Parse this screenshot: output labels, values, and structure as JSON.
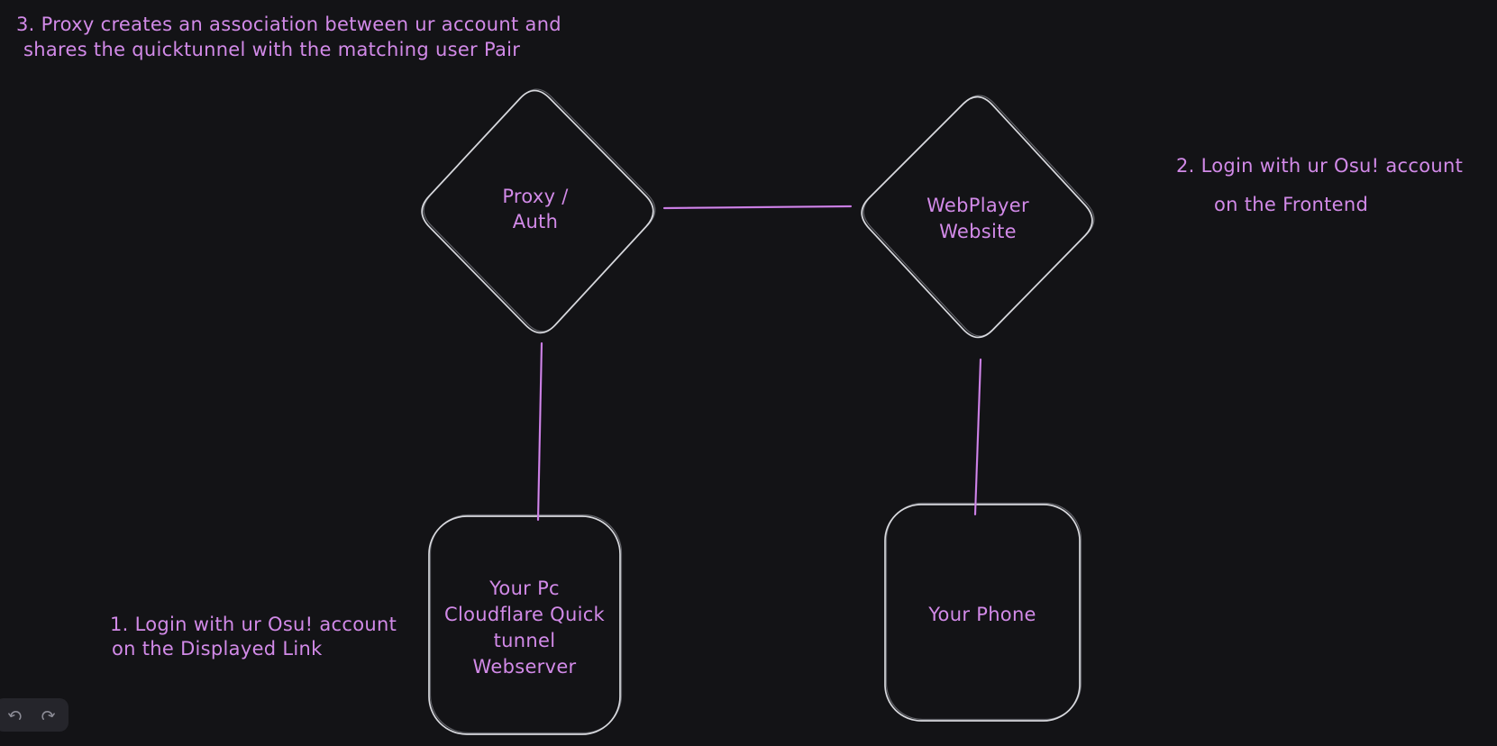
{
  "annotations": {
    "step1": {
      "lines": [
        "1. Login with ur Osu! account",
        "on the Displayed Link"
      ]
    },
    "step2": {
      "lines": [
        "2. Login with ur Osu! account",
        "on the Frontend"
      ]
    },
    "step3": {
      "lines": [
        "3. Proxy creates an association between ur account and",
        "shares the quicktunnel with the matching user Pair"
      ]
    }
  },
  "nodes": {
    "proxy_auth": {
      "shape": "diamond",
      "lines": [
        "Proxy /",
        "Auth"
      ]
    },
    "webplayer": {
      "shape": "diamond",
      "lines": [
        "WebPlayer",
        "Website"
      ]
    },
    "your_pc": {
      "shape": "rounded-rectangle",
      "lines": [
        "Your Pc",
        "Cloudflare Quick",
        "tunnel",
        "Webserver"
      ]
    },
    "your_phone": {
      "shape": "rounded-rectangle",
      "lines": [
        "Your Phone"
      ]
    }
  },
  "edges": [
    {
      "from": "proxy_auth",
      "to": "webplayer"
    },
    {
      "from": "proxy_auth",
      "to": "your_pc"
    },
    {
      "from": "webplayer",
      "to": "your_phone"
    }
  ],
  "toolbar": {
    "undo": "undo",
    "redo": "redo"
  },
  "colors": {
    "background": "#131316",
    "shape_stroke": "#d8d9de",
    "text_purple": "#d28ae8",
    "connector_purple": "#bf6cdb",
    "panel_background": "#25252b",
    "icon_gray": "#8c8c96"
  }
}
